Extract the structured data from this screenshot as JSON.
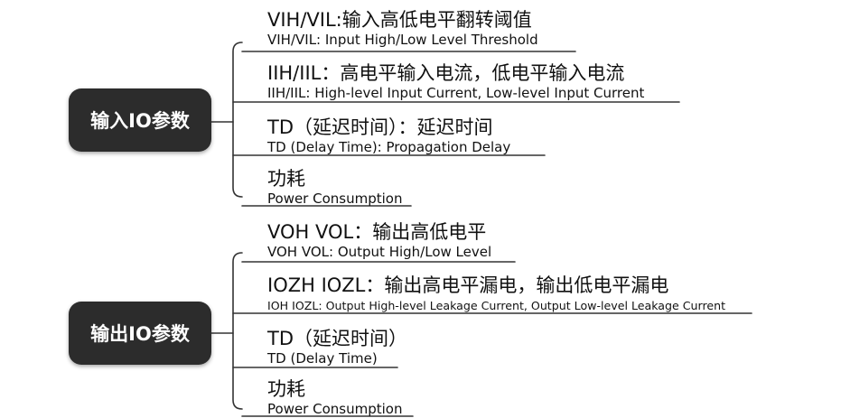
{
  "groups": [
    {
      "root": "输入IO参数",
      "items": [
        {
          "main": "VIH/VIL:输入高低电平翻转阈值",
          "sub": "VIH/VIL: Input High/Low Level Threshold"
        },
        {
          "main": "IIH/IIL：高电平输入电流，低电平输入电流",
          "sub": "IIH/IIL: High-level Input Current, Low-level Input Current"
        },
        {
          "main": "TD（延迟时间）：延迟时间",
          "sub": "TD (Delay Time): Propagation Delay"
        },
        {
          "main": "功耗",
          "sub": "Power Consumption"
        }
      ]
    },
    {
      "root": "输出IO参数",
      "items": [
        {
          "main": "VOH VOL：输出高低电平",
          "sub": "VOH VOL: Output High/Low Level"
        },
        {
          "main": "IOZH IOZL：输出高电平漏电，输出低电平漏电",
          "sub": "IOH IOZL: Output High-level Leakage Current, Output Low-level Leakage Current"
        },
        {
          "main": "TD（延迟时间）",
          "sub": "TD (Delay Time)"
        },
        {
          "main": "功耗",
          "sub": "Power Consumption"
        }
      ]
    }
  ],
  "colors": {
    "root_bg": "#2c2c2c",
    "root_text": "#ffffff",
    "line": "#333333",
    "text": "#111111"
  }
}
